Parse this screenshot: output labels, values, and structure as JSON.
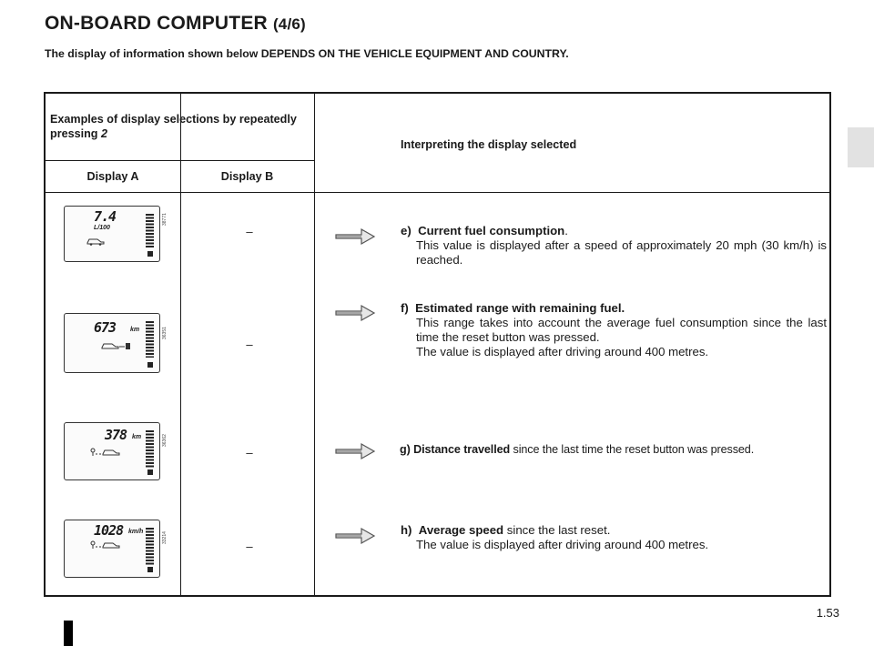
{
  "header": {
    "title": "ON-BOARD COMPUTER",
    "part": "(4/6)",
    "subtitle": "The display of information shown below DEPENDS ON THE VEHICLE EQUIPMENT AND COUNTRY."
  },
  "table": {
    "examples_header": "Examples of display selections by repeatedly pressing",
    "examples_header_ref": "2",
    "interpret_header": "Interpreting the display selected",
    "display_a_header": "Display A",
    "display_b_header": "Display B",
    "rows": [
      {
        "display_value": "7.4",
        "display_unit": "L/100",
        "image_ref": "38771",
        "display_b": "–",
        "letter": "e)",
        "label": "Current fuel consumption",
        "label_suffix": ".",
        "lines": [
          "This value is displayed after a speed of approximately 20 mph (30 km/h) is reached."
        ]
      },
      {
        "display_value": "673",
        "display_unit": "km",
        "image_ref": "36351",
        "display_b": "–",
        "letter": "f)",
        "label": "Estimated range with remaining fuel.",
        "label_suffix": "",
        "lines": [
          "This range takes into account the average fuel consumption since the last time the reset button was pressed.",
          "The value is displayed after driving around 400 metres."
        ]
      },
      {
        "display_value": "378",
        "display_unit": "km",
        "image_ref": "36362",
        "display_b": "–",
        "letter": "g)",
        "label": "Distance travelled",
        "label_suffix": " since the last time the reset button was pressed.",
        "lines": []
      },
      {
        "display_value": "1028",
        "display_unit": "km/h",
        "image_ref": "33214",
        "display_b": "–",
        "letter": "h)",
        "label": "Average speed",
        "label_suffix": " since the last reset.",
        "lines": [
          "The value is displayed after driving around 400 metres."
        ]
      }
    ]
  },
  "footer": {
    "page_number": "1.53"
  },
  "icons": [
    "arrow-right-icon",
    "car-icon",
    "fuel-pump-icon",
    "fuel-gauge-icon",
    "trip-flag-icon"
  ]
}
